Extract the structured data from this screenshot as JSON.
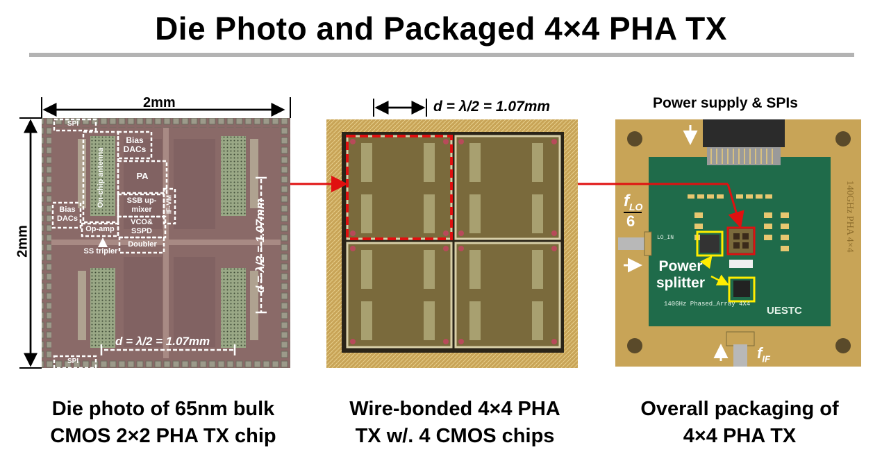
{
  "title": "Die Photo and Packaged 4×4 PHA TX",
  "panel1": {
    "caption_line1": "Die photo of 65nm bulk",
    "caption_line2": "CMOS 2×2 PHA TX chip",
    "width_label": "2mm",
    "height_label": "2mm",
    "pitch_h_label": "d = λ/2 = 1.07mm",
    "pitch_v_label": "d = λ/2 = 1.07mm",
    "blocks": {
      "spi_top": "SPI",
      "spi_bottom": "SPI",
      "bias_dacs_top": "Bias DACs",
      "on_chip_antenna": "On-chip antenna",
      "pa": "PA",
      "if_vm": "IF-VM",
      "ssb_mixer": "SSB up-mixer",
      "bias_dacs_left": "Bias DACs",
      "vco_sspd": "VCO& SSPD",
      "op_amp": "Op-amp",
      "doubler": "Doubler",
      "ss_tripler": "SS tripler"
    }
  },
  "panel2": {
    "caption_line1": "Wire-bonded 4×4 PHA",
    "caption_line2": "TX w/. 4 CMOS chips",
    "pitch_label": "d = λ/2 = 1.07mm"
  },
  "panel3": {
    "caption_line1": "Overall packaging of",
    "caption_line2": "4×4 PHA TX",
    "power_supply_label": "Power supply & SPIs",
    "f_lo_label": "f",
    "f_lo_sub": "LO",
    "f_lo_den": "6",
    "power_splitter_label": "Power splitter",
    "f_if_label": "f",
    "f_if_sub": "IF",
    "board_text_uestc": "UESTC",
    "board_text_array": "140GHz Phased_Array 4X4",
    "board_text_side": "140GHz PHA 4×4",
    "board_text_lo_in": "LO_IN"
  },
  "colors": {
    "die_bg": "#8a6a68",
    "antenna_green": "#9aa886",
    "gold": "#c8a457",
    "pcb_green": "#1f6b4a",
    "red_arrow": "#e01010",
    "yellow_box": "#ffee00",
    "title_rule": "#b3b3b3"
  }
}
